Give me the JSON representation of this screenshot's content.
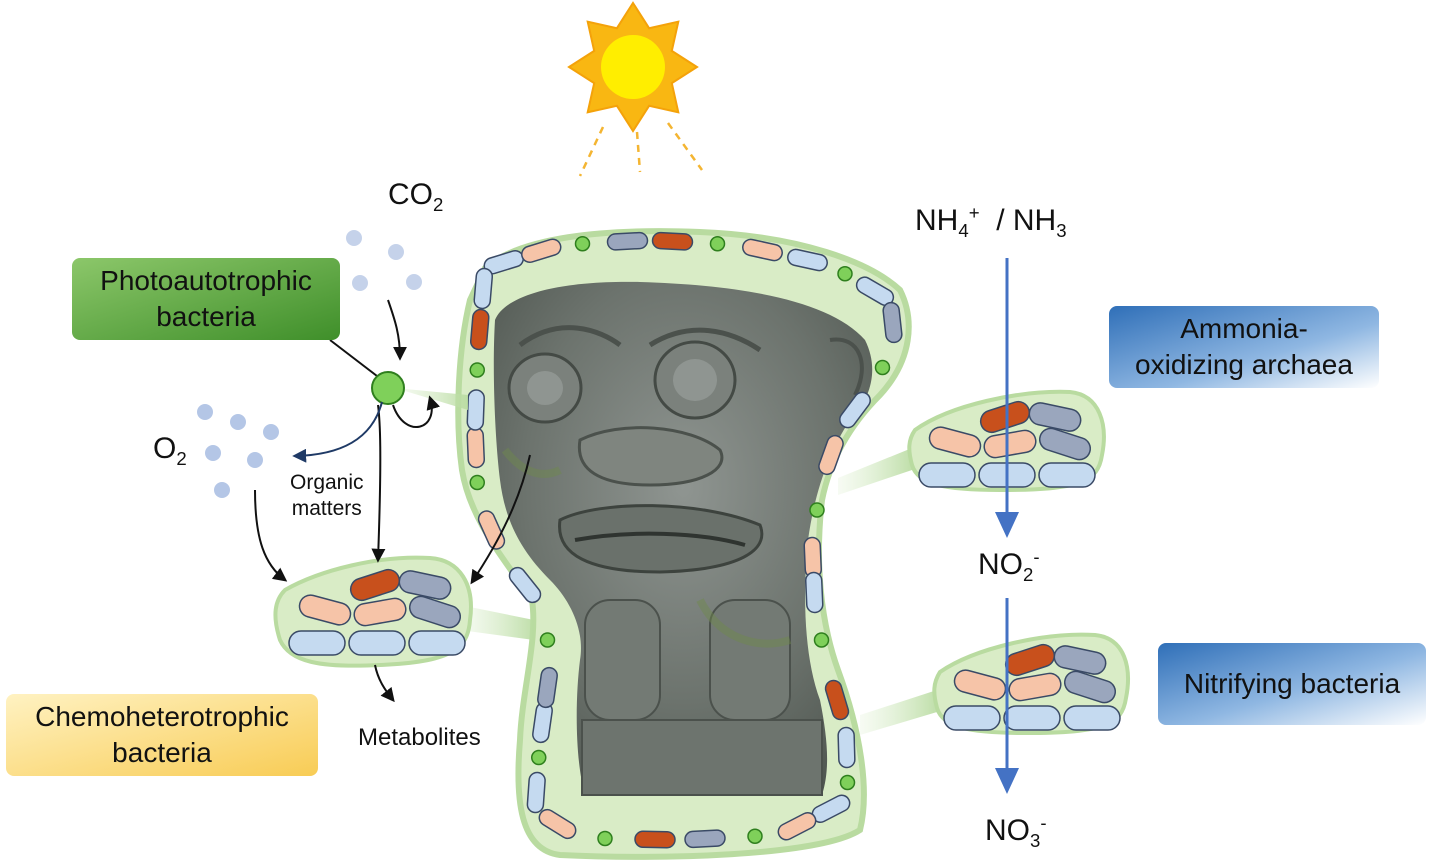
{
  "labels": {
    "photo_line1": "Photoautotrophic",
    "photo_line2": "bacteria",
    "chemo_line1": "Chemoheterotrophic",
    "chemo_line2": "bacteria",
    "ammonia_line1": "Ammonia-",
    "ammonia_line2": "oxidizing archaea",
    "nitrifying": "Nitrifying bacteria",
    "organic_line1": "Organic",
    "organic_line2": "matters",
    "metabolites": "Metabolites"
  },
  "chemistry": {
    "co2_base": "CO",
    "co2_sub": "2",
    "o2_base": "O",
    "o2_sub": "2",
    "nh4_base": "NH",
    "nh4_sub": "4",
    "nh4_sup": "+",
    "nh3_sep": " / NH",
    "nh3_sub": "3",
    "no2_base": "NO",
    "no2_sub": "2",
    "no2_sup": "-",
    "no3_base": "NO",
    "no3_sub": "3",
    "no3_sup": "-"
  },
  "colors": {
    "photo_box": "#62a83e",
    "chemo_box": "#fbd97a",
    "archaea_box": "#5b93cf",
    "biofilm": "#d9ecc6",
    "biofilm_edge": "#b9dba0",
    "cell_blue": "#c5daf0",
    "cell_peach": "#f6c4a8",
    "cell_orange": "#c8501c",
    "cell_gray": "#9aa6bd",
    "dot_green": "#7fd05a",
    "arrow_blue": "#4472c4",
    "dot_blue": "#b4c6e6"
  }
}
